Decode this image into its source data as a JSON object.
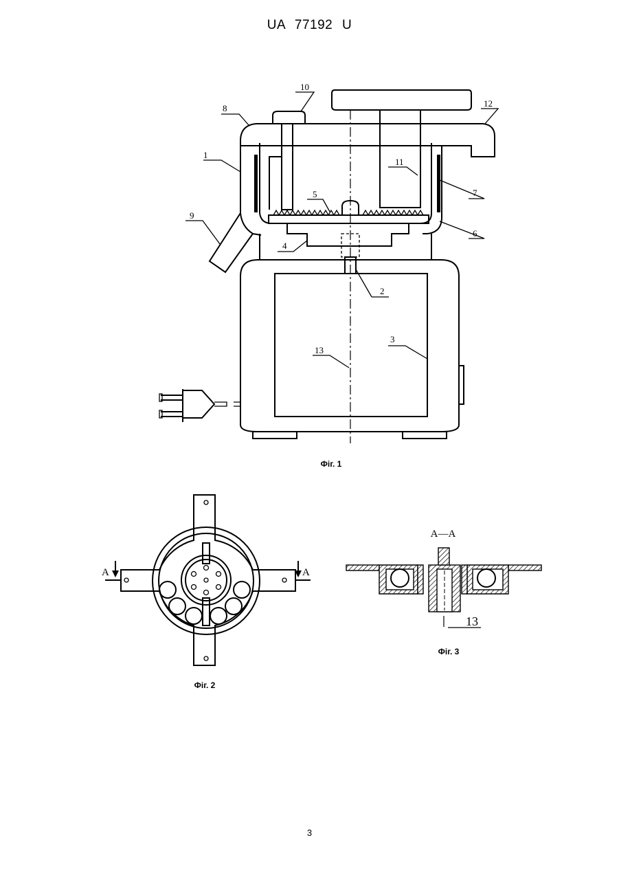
{
  "header": {
    "document_number": "UA   77192   U"
  },
  "figures": [
    {
      "caption": "Фіг. 1",
      "labels": [
        "1",
        "2",
        "3",
        "4",
        "5",
        "6",
        "7",
        "8",
        "9",
        "10",
        "11",
        "12",
        "13"
      ]
    },
    {
      "caption": "Фіг. 2",
      "section_marks": [
        "A",
        "A"
      ]
    },
    {
      "caption": "Фіг. 3",
      "section_title": "A—A",
      "labels": [
        "13"
      ]
    }
  ],
  "footer": {
    "page_number": "3"
  }
}
